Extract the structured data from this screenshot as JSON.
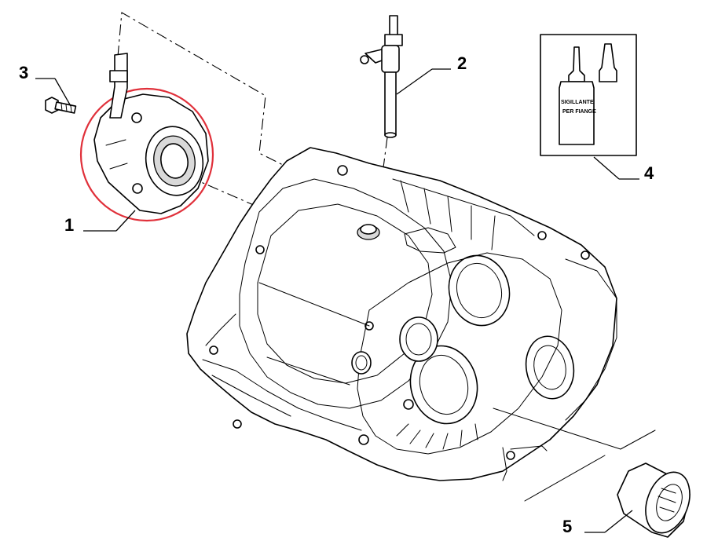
{
  "callouts": [
    {
      "id": "1",
      "text": "1"
    },
    {
      "id": "2",
      "text": "2"
    },
    {
      "id": "3",
      "text": "3"
    },
    {
      "id": "4",
      "text": "4"
    },
    {
      "id": "5",
      "text": "5"
    }
  ],
  "bottle_label": {
    "line1": "SIGILLANTE",
    "line2": "PER FIANGE"
  },
  "highlight_color": "#e0303a",
  "icons": [
    "release-bearing",
    "breather-pipe",
    "bolt",
    "sealant-bottle",
    "oil-filter",
    "gearbox-housing"
  ]
}
